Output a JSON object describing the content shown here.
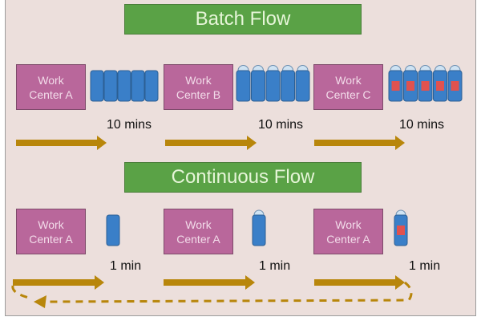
{
  "batch": {
    "title": "Batch Flow",
    "stations": [
      {
        "line1": "Work",
        "line2": "Center A",
        "time": "10 mins"
      },
      {
        "line1": "Work",
        "line2": "Center B",
        "time": "10 mins"
      },
      {
        "line1": "Work",
        "line2": "Center C",
        "time": "10 mins"
      }
    ],
    "batch_size": 5
  },
  "continuous": {
    "title": "Continuous Flow",
    "stations": [
      {
        "line1": "Work",
        "line2": "Center A",
        "time": "1 min"
      },
      {
        "line1": "Work",
        "line2": "Center A",
        "time": "1 min"
      },
      {
        "line1": "Work",
        "line2": "Center A",
        "time": "1 min"
      }
    ],
    "batch_size": 1
  },
  "colors": {
    "background": "#ecdfdc",
    "banner": "#5aa246",
    "banner_text": "#e6f5d8",
    "work_center": "#b9679b",
    "work_center_text": "#f2dbe9",
    "item_body": "#3a7fc8",
    "item_cap": "#cfe3f3",
    "item_label": "#e0524f",
    "arrow": "#b8860b"
  }
}
